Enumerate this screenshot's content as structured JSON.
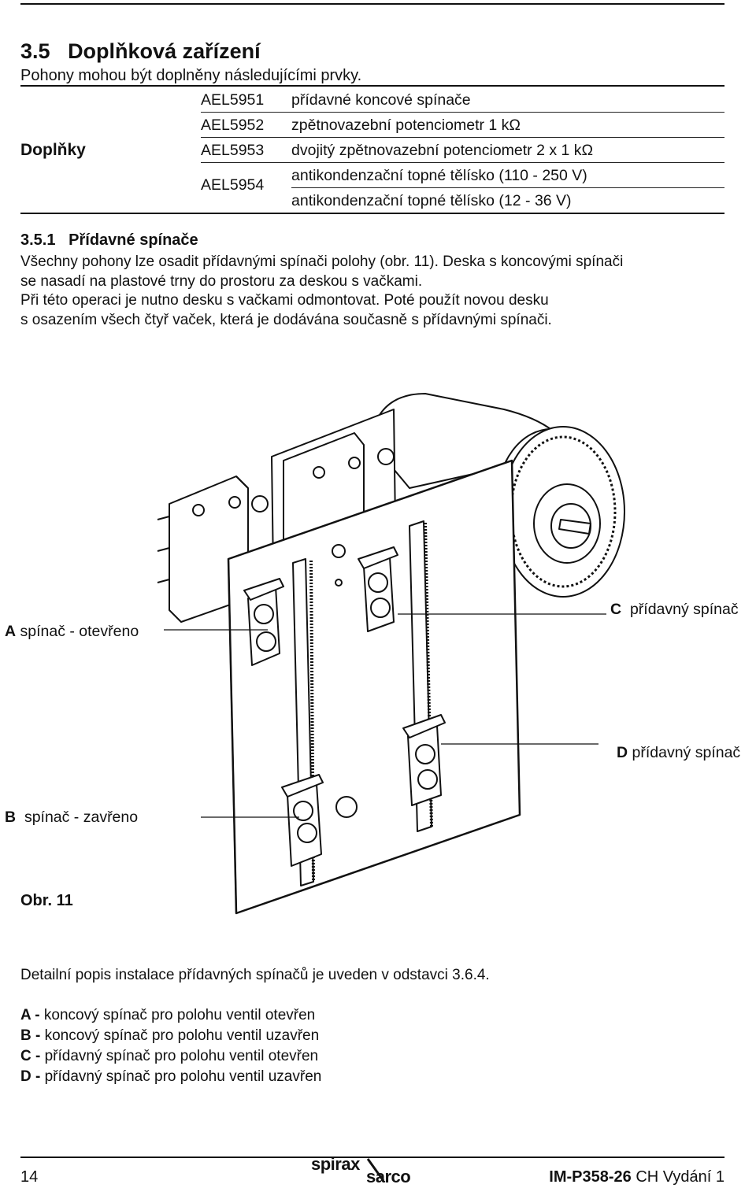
{
  "section": {
    "number": "3.5",
    "title": "Doplňková zařízení",
    "intro": "Pohony mohou být doplněny následujícími prvky."
  },
  "table": {
    "group_label": "Doplňky",
    "rows": [
      {
        "code": "AEL5951",
        "desc": "přídavné koncové spínače"
      },
      {
        "code": "AEL5952",
        "desc": "zpětnovazební potenciometr 1 kΩ"
      },
      {
        "code": "AEL5953",
        "desc": "dvojitý zpětnovazební potenciometr 2 x 1 kΩ"
      },
      {
        "code": "AEL5954",
        "desc": "antikondenzační topné tělísko (110 - 250 V)"
      },
      {
        "code": "",
        "desc": "antikondenzační topné tělísko (12 - 36 V)"
      }
    ]
  },
  "subsection": {
    "number": "3.5.1",
    "title": "Přídavné spínače",
    "lines": [
      "Všechny pohony lze osadit přídavnými spínači polohy (obr. 11). Deska s koncovými spínači",
      "se nasadí na plastové trny do prostoru za deskou s vačkami.",
      "Při této operaci je nutno desku s vačkami odmontovat. Poté použít novou desku",
      "s osazením všech čtyř vaček, která je dodávána současně s přídavnými spínači."
    ]
  },
  "figure": {
    "callouts": {
      "a": {
        "letter": "A",
        "text": "spínač - otevřeno"
      },
      "b": {
        "letter": "B",
        "text": "spínač - zavřeno"
      },
      "c": {
        "letter": "C",
        "text": "přídavný spínač"
      },
      "d": {
        "letter": "D",
        "text": "přídavný spínač"
      }
    },
    "caption": "Obr. 11"
  },
  "install_note": "Detailní popis instalace přídavných spínačů je uveden v odstavci 3.6.4.",
  "legend": [
    {
      "key": "A -",
      "text": "koncový spínač pro polohu ventil otevřen"
    },
    {
      "key": "B -",
      "text": "koncový spínač pro polohu ventil uzavřen"
    },
    {
      "key": "C -",
      "text": "přídavný spínač pro polohu ventil otevřen"
    },
    {
      "key": "D -",
      "text": "přídavný spínač pro polohu ventil uzavřen"
    }
  ],
  "footer": {
    "page": "14",
    "logo_top": "spirax",
    "logo_bottom": "sarco",
    "doc_code": "IM-P358-26",
    "edition": "CH Vydání 1"
  }
}
